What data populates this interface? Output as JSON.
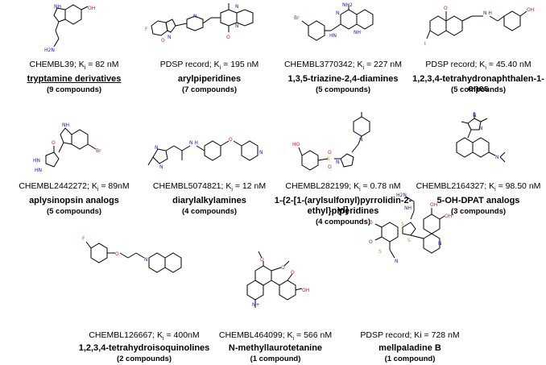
{
  "compounds": [
    {
      "record_id": "CHEMBL39",
      "ki": "82 nM",
      "ki_label": "K",
      "name": "tryptamine derivatives",
      "count": "(9 compounds)"
    },
    {
      "record_id": "PDSP record",
      "ki": "195 nM",
      "ki_label": "K",
      "name": "arylpiperidines",
      "count": "(7 compounds)"
    },
    {
      "record_id": "CHEMBL3770342",
      "ki": "227 nM",
      "ki_label": "K",
      "name": "1,3,5-triazine-2,4-diamines",
      "count": "(5 compounds)"
    },
    {
      "record_id": "PDSP record",
      "ki": "45.40 nM",
      "ki_label": "K",
      "name": "1,2,3,4-tetrahydronaphthalen-1-ones",
      "count": "(5 compounds)"
    },
    {
      "record_id": "CHEMBL2442272",
      "ki": "89nM",
      "ki_label": "K",
      "name": "aplysinopsin analogs",
      "count": "(5 compounds)"
    },
    {
      "record_id": "CHEMBL5074821",
      "ki": "12 nM",
      "ki_label": "K",
      "name": "diarylalkylamines",
      "count": "(4 compounds)"
    },
    {
      "record_id": "CHEMBL282199",
      "ki": "0.78 nM",
      "ki_label": "K",
      "name_line1": "1-{2-[1-(arylsulfonyl)pyrrolidin-2-yl]",
      "name_line2": "ethyl}piperidines",
      "count": "(4 compounds)"
    },
    {
      "record_id": "CHEMBL2164327",
      "ki": "98.50 nM",
      "ki_label": "K",
      "name": "5-OH-DPAT analogs",
      "count": "(3 compounds)"
    },
    {
      "record_id": "CHEMBL126667",
      "ki": "400nM",
      "ki_label": "K",
      "name": "1,2,3,4-tetrahydroisoquinolines",
      "count": "(2 compounds)"
    },
    {
      "record_id": "CHEMBL464099",
      "ki": "566 nM",
      "ki_label": "K",
      "name": "N-methyllaurotetanine",
      "count": "(1 compound)"
    },
    {
      "record_id": "PDSP record",
      "ki_plain": "Ki = 728 nM",
      "name": "mellpaladine B",
      "count": "(1 compound)"
    }
  ],
  "ki_subscript": "i",
  "atom_labels": {
    "n": "N",
    "nh": "NH",
    "h2n": "H2N",
    "nh2": "NH2",
    "oh": "OH",
    "ho": "HO",
    "o": "O",
    "f": "F",
    "br": "Br",
    "i": "I",
    "s": "S",
    "hn": "HN",
    "n_plus": "N+",
    "nh_lower": "N\nH"
  }
}
